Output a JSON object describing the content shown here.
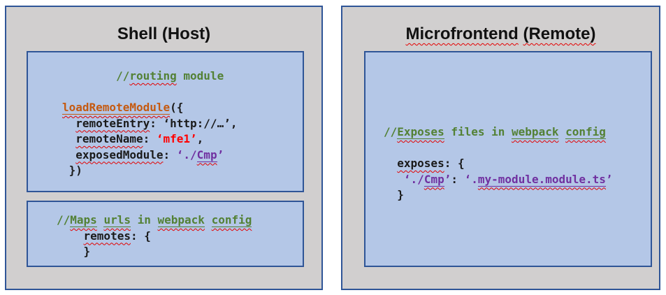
{
  "colors": {
    "panel_fill": "#D1CFCF",
    "box_fill": "#B4C7E7",
    "box_border": "#2F5597",
    "comment_green": "#538135",
    "function_orange": "#C55A11",
    "string_red": "#FF0000",
    "string_purple": "#7030A0",
    "squiggle_red": "#E40000",
    "code_black": "#1A1A1A"
  },
  "panels": {
    "left": {
      "title": [
        {
          "t": "Shell (Host)"
        }
      ],
      "box1": [
        [
          {
            "t": "        //",
            "c": "green"
          },
          {
            "t": "routing",
            "c": "green sq"
          },
          {
            "t": " module",
            "c": "green"
          }
        ],
        [],
        [
          {
            "t": "loadRemoteModule",
            "c": "orange ul sq"
          },
          {
            "t": "({"
          }
        ],
        [
          {
            "t": "  "
          },
          {
            "t": "remoteEntry",
            "c": "sq"
          },
          {
            "t": ": ‘http://…’,"
          }
        ],
        [
          {
            "t": "  "
          },
          {
            "t": "remoteName",
            "c": "sq"
          },
          {
            "t": ": "
          },
          {
            "t": "‘mfe1’",
            "c": "red"
          },
          {
            "t": ","
          }
        ],
        [
          {
            "t": "  "
          },
          {
            "t": "exposedModule",
            "c": "sq"
          },
          {
            "t": ": "
          },
          {
            "t": "‘./",
            "c": "purple"
          },
          {
            "t": "Cmp",
            "c": "purple ul sq"
          },
          {
            "t": "’",
            "c": "purple"
          }
        ],
        [
          {
            "t": " })"
          }
        ]
      ],
      "box2": [
        [
          {
            "t": "//",
            "c": "green"
          },
          {
            "t": "Maps",
            "c": "green ul sq"
          },
          {
            "t": " ",
            "c": "green"
          },
          {
            "t": "urls",
            "c": "green ul sq"
          },
          {
            "t": " in ",
            "c": "green"
          },
          {
            "t": "webpack",
            "c": "green ul sq"
          },
          {
            "t": " ",
            "c": "green"
          },
          {
            "t": "config",
            "c": "green ul sq"
          }
        ],
        [
          {
            "t": "    "
          },
          {
            "t": "remotes",
            "c": "sq"
          },
          {
            "t": ": {"
          }
        ],
        [
          {
            "t": "    }"
          }
        ]
      ]
    },
    "right": {
      "title": [
        {
          "t": "Microfrontend",
          "c": "sq"
        },
        {
          "t": " "
        },
        {
          "t": "(Remote)",
          "c": "sq"
        }
      ],
      "box1": [
        [
          {
            "t": "//",
            "c": "green"
          },
          {
            "t": "Exposes",
            "c": "green ul sq"
          },
          {
            "t": " files in ",
            "c": "green"
          },
          {
            "t": "webpack",
            "c": "green ul sq"
          },
          {
            "t": " ",
            "c": "green"
          },
          {
            "t": "config",
            "c": "green ul sq"
          }
        ],
        [],
        [
          {
            "t": "  "
          },
          {
            "t": "exposes",
            "c": "sq"
          },
          {
            "t": ": {"
          }
        ],
        [
          {
            "t": "   "
          },
          {
            "t": "‘./",
            "c": "purple"
          },
          {
            "t": "Cmp",
            "c": "purple ul sq"
          },
          {
            "t": "’",
            "c": "purple"
          },
          {
            "t": ": "
          },
          {
            "t": "‘.",
            "c": "purple"
          },
          {
            "t": "my-module.module.ts",
            "c": "purple ul sq"
          },
          {
            "t": "’",
            "c": "purple"
          }
        ],
        [
          {
            "t": "  }"
          }
        ]
      ]
    }
  }
}
